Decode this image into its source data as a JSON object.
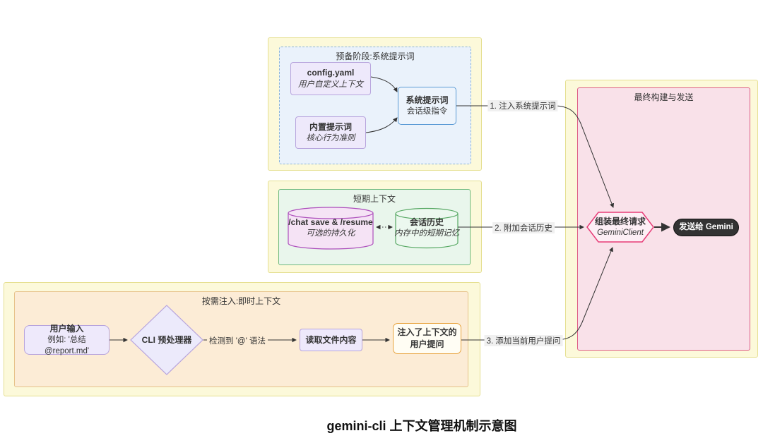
{
  "caption": "gemini-cli 上下文管理机制示意图",
  "groups": {
    "prep": {
      "title": "预备阶段:系统提示词"
    },
    "short_term": {
      "title": "短期上下文"
    },
    "on_demand": {
      "title": "按需注入:即时上下文"
    },
    "final": {
      "title": "最终构建与发送"
    }
  },
  "nodes": {
    "config": {
      "title": "config.yaml",
      "subtitle": "用户自定义上下文"
    },
    "builtin": {
      "title": "内置提示词",
      "subtitle": "核心行为准则"
    },
    "system_prompt": {
      "title": "系统提示词",
      "subtitle": "会话级指令"
    },
    "chat_save": {
      "title": "/chat save & /resume",
      "subtitle": "可选的持久化"
    },
    "history": {
      "title": "会话历史",
      "subtitle": "内存中的短期记忆"
    },
    "user_input": {
      "title": "用户输入",
      "subtitle": "例如: '总结 @report.md'"
    },
    "preprocessor": {
      "title": "CLI 预处理器"
    },
    "read_file": {
      "title": "读取文件内容"
    },
    "injected_prompt": {
      "line1": "注入了上下文的",
      "line2": "用户提问"
    },
    "assemble": {
      "title": "组装最终请求",
      "subtitle": "GeminiClient"
    },
    "send": {
      "title": "发送给 Gemini"
    }
  },
  "edges": {
    "inject_system": "1. 注入系统提示词",
    "append_history": "2. 附加会话历史",
    "add_user_prompt": "3. 添加当前用户提问",
    "detect_at": "检测到 '@' 语法"
  },
  "colors": {
    "group_fill": "#fcf9da",
    "group_border": "#e5df90",
    "prep_fill": "#eaf2fb",
    "prep_border": "#8ab4d8",
    "short_fill": "#e9f6ec",
    "short_border": "#6fba7e",
    "ondemand_fill": "#fcecd6",
    "ondemand_border": "#e6c289",
    "final_fill": "#f9e1e9",
    "final_border": "#dd5c86",
    "lavender_fill": "#eee9fb",
    "lavender_border": "#b7a4dd",
    "blue_fill": "#edf4fc",
    "blue_border": "#5b9bd5",
    "purple_cylinder_fill": "#f5e3f5",
    "purple_cylinder_border": "#ad4fbc",
    "green_cylinder_fill": "#ecf8ef",
    "green_cylinder_border": "#57a863",
    "orange_node_fill": "#fffdf4",
    "orange_node_border": "#e8a33d",
    "hexagon_fill": "#fdeff5",
    "hexagon_border": "#e73c77",
    "send_fill": "#333333",
    "arrow": "#333333"
  }
}
